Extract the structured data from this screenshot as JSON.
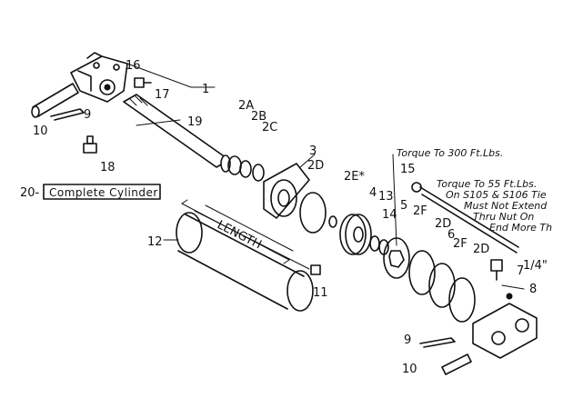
{
  "labels": {
    "l1": "1",
    "l2a": "2A",
    "l2b": "2B",
    "l2c": "2C",
    "l2d_a": "2D",
    "l2e": "2E*",
    "l3": "3",
    "l4": "4",
    "l5": "5",
    "l6": "6",
    "l7": "7",
    "l8": "8",
    "l9_a": "9",
    "l9_b": "9",
    "l10_a": "10",
    "l10_b": "10",
    "l11": "11",
    "l12": "12",
    "l13": "13",
    "l14": "14",
    "l15": "15",
    "l16": "16",
    "l17": "17",
    "l18": "18",
    "l19": "19",
    "l2f_a": "2F",
    "l2d_b": "2D",
    "l2f_b": "2F",
    "l2d_c": "2D",
    "l20": "20-",
    "length": "LENGTH",
    "quarter": "1/4\""
  },
  "title_box": "Complete Cylinder",
  "notes": {
    "torque_top": "Torque To 300 Ft.Lbs.",
    "torque_side": "Torque To 55 Ft.Lbs.",
    "line1": "On S105 & S106 Tie",
    "line2": "Must Not Extend",
    "line3": "Thru Nut On",
    "line4": "End More Th"
  }
}
